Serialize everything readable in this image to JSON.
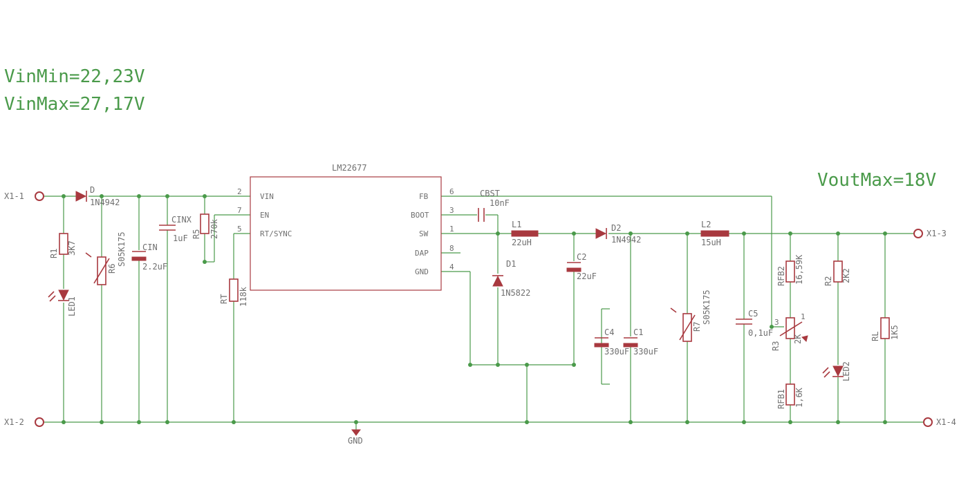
{
  "notes": {
    "vin_min": "VinMin=22,23V",
    "vin_max": "VinMax=27,17V",
    "vout_max": "VoutMax=18V"
  },
  "ic": {
    "name": "LM22677",
    "pins_left": [
      {
        "num": "2",
        "name": "VIN"
      },
      {
        "num": "7",
        "name": "EN"
      },
      {
        "num": "5",
        "name": "RT/SYNC"
      }
    ],
    "pins_right": [
      {
        "num": "6",
        "name": "FB"
      },
      {
        "num": "3",
        "name": "BOOT"
      },
      {
        "num": "1",
        "name": "SW"
      },
      {
        "num": "8",
        "name": "DAP"
      },
      {
        "num": "4",
        "name": "GND"
      }
    ]
  },
  "terminals": {
    "x1_1": "X1-1",
    "x1_2": "X1-2",
    "x1_3": "X1-3",
    "x1_4": "X1-4"
  },
  "components": {
    "d": {
      "ref": "D",
      "value": "1N4942"
    },
    "r1": {
      "ref": "R1",
      "value": "3K7"
    },
    "led1": {
      "ref": "LED1"
    },
    "r6": {
      "ref": "R6",
      "value": "S05K175"
    },
    "cin": {
      "ref": "CIN",
      "value": "2.2uF"
    },
    "cinx": {
      "ref": "CINX",
      "value": "1uF"
    },
    "r5": {
      "ref": "R5",
      "value": "270k"
    },
    "rt": {
      "ref": "RT",
      "value": "118k"
    },
    "cbst": {
      "ref": "CBST",
      "value": "10nF"
    },
    "l1": {
      "ref": "L1",
      "value": "22uH"
    },
    "d1": {
      "ref": "D1",
      "value": "1N5822"
    },
    "c2": {
      "ref": "C2",
      "value": "22uF"
    },
    "d2": {
      "ref": "D2",
      "value": "1N4942"
    },
    "c4": {
      "ref": "C4",
      "value": "330uF"
    },
    "c1": {
      "ref": "C1",
      "value": "330uF"
    },
    "r7": {
      "ref": "R7",
      "value": "S05K175"
    },
    "l2": {
      "ref": "L2",
      "value": "15uH"
    },
    "c5": {
      "ref": "C5",
      "value": "0,1uF"
    },
    "rfb2": {
      "ref": "RFB2",
      "value": "16,59K"
    },
    "r3": {
      "ref": "R3",
      "value": "2K",
      "pins": [
        "1",
        "3"
      ]
    },
    "rfb1": {
      "ref": "RFB1",
      "value": "1,6K"
    },
    "r2": {
      "ref": "R2",
      "value": "2K2"
    },
    "led2": {
      "ref": "LED2"
    },
    "rl": {
      "ref": "RL",
      "value": "1K5"
    }
  },
  "ground": {
    "label": "GND"
  }
}
